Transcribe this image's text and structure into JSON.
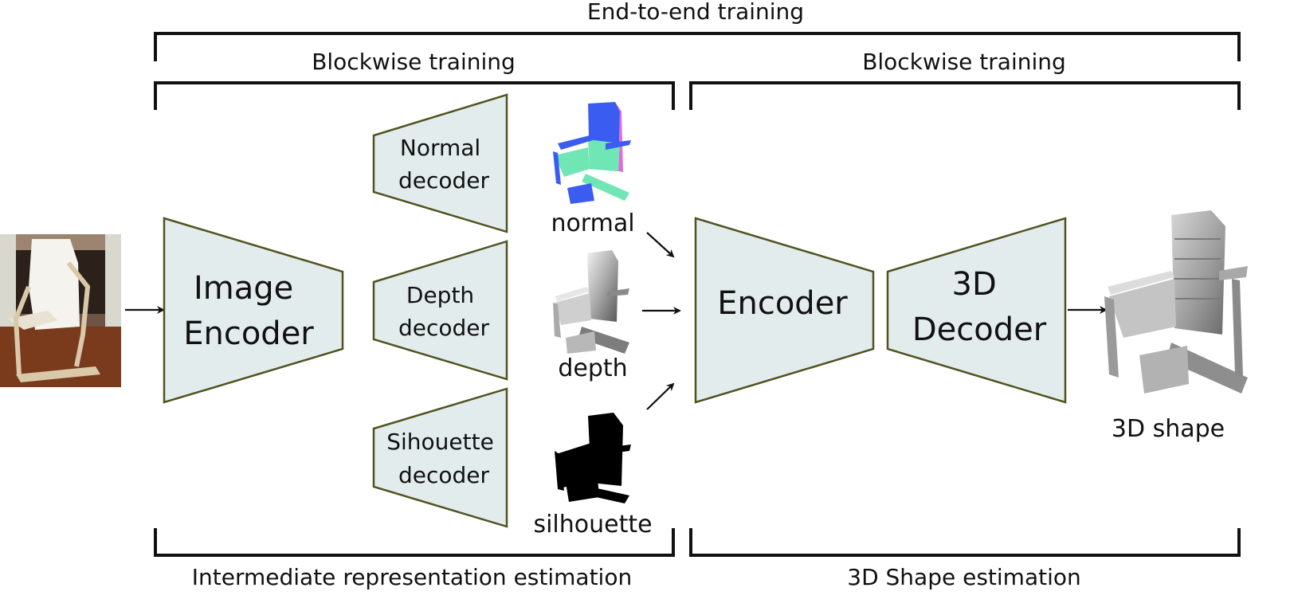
{
  "brackets": {
    "end_to_end": "End-to-end training",
    "blockwise_left": "Blockwise training",
    "blockwise_right": "Blockwise training",
    "bottom_left": "Intermediate representation estimation",
    "bottom_right": "3D Shape estimation"
  },
  "blocks": {
    "image_encoder": [
      "Image",
      "Encoder"
    ],
    "normal_decoder": [
      "Normal",
      "decoder"
    ],
    "depth_decoder": [
      "Depth",
      "decoder"
    ],
    "silhouette_decoder": [
      "Sihouette",
      "decoder"
    ],
    "encoder": "Encoder",
    "decoder_3d": [
      "3D",
      "Decoder"
    ]
  },
  "outputs": {
    "normal": "normal",
    "depth": "depth",
    "silhouette": "silhouette",
    "shape": "3D shape"
  },
  "colors": {
    "block_fill": "#e3ecec",
    "block_stroke": "#4f5320",
    "normal_blue": "#3a5cf0",
    "normal_green": "#6fe6b4",
    "normal_pink": "#e06be0"
  }
}
